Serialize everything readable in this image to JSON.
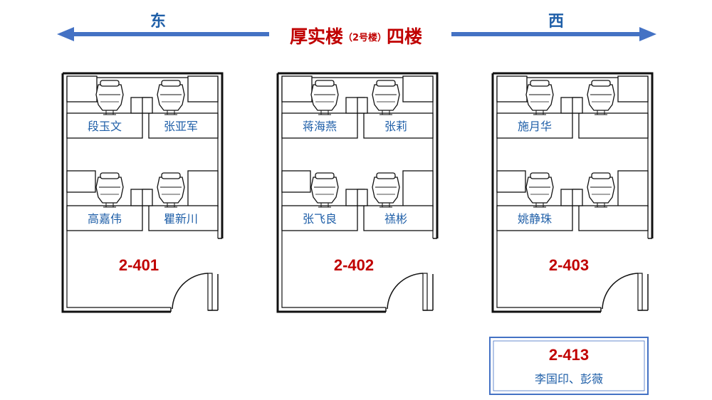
{
  "header": {
    "east_label": "东",
    "west_label": "西",
    "title_main": "厚实楼",
    "title_sub": "（2号楼）",
    "title_floor": "四楼"
  },
  "colors": {
    "arrow": "#4472C4",
    "direction_text": "#1F5FA8",
    "title": "#C00000",
    "room_number": "#C00000",
    "occupant": "#1F5FA8",
    "wall": "#111111",
    "box_border": "#4472C4"
  },
  "rooms": [
    {
      "number": "2-401",
      "occupants": [
        "段玉文",
        "张亚军",
        "高嘉伟",
        "瞿新川"
      ]
    },
    {
      "number": "2-402",
      "occupants": [
        "蒋海燕",
        "张莉",
        "张飞良",
        "禚彬"
      ]
    },
    {
      "number": "2-403",
      "occupants": [
        "施月华",
        "",
        "姚静珠",
        ""
      ]
    }
  ],
  "extra_room": {
    "number": "2-413",
    "occupants": "李国印、彭薇"
  }
}
